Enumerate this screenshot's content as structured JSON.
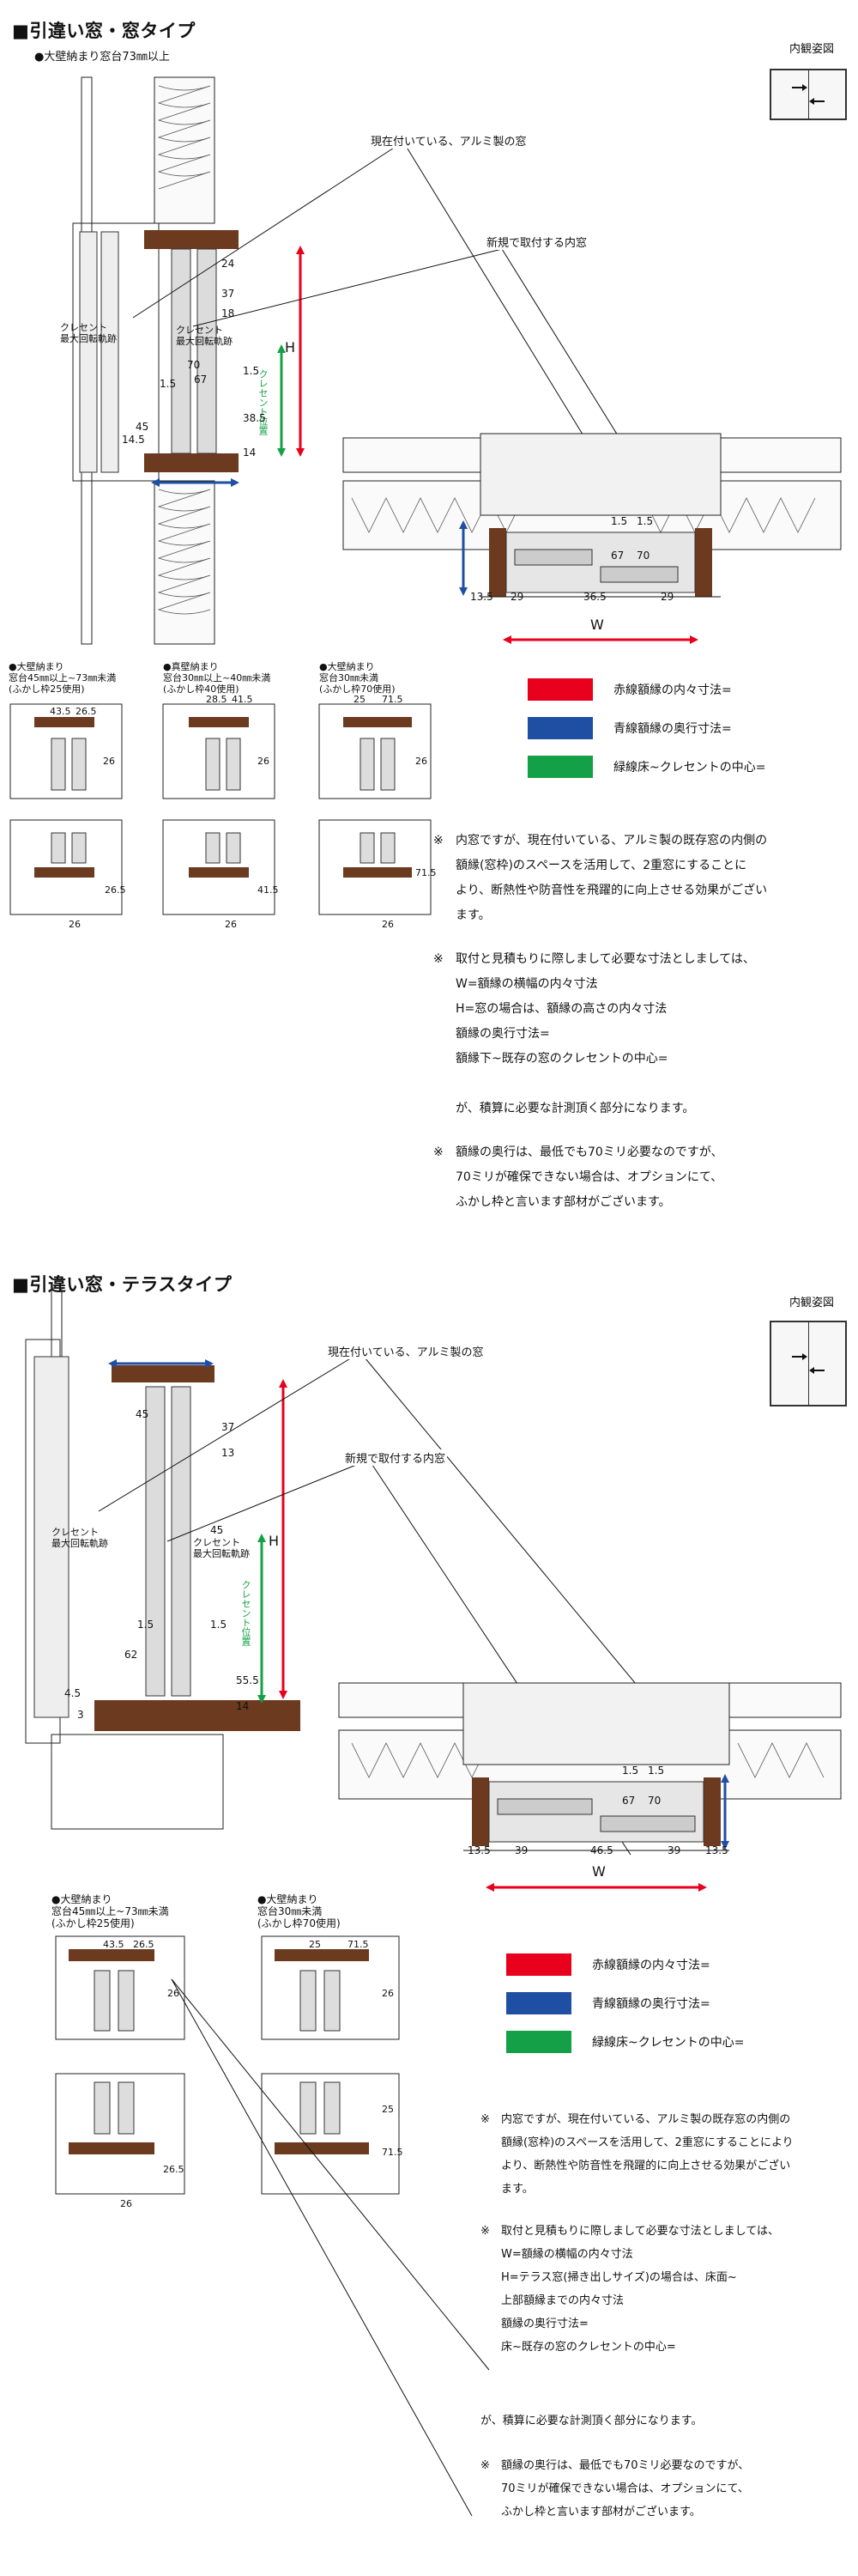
{
  "section1": {
    "title": "■引違い窓・窓タイプ",
    "subtitle": "●大壁納まり窓台73㎜以上",
    "view_label": "内観姿図",
    "callout_existing": "現在付いている、アルミ製の窓",
    "callout_new": "新規で取付する内窓",
    "crescent_label": "クレセント\n最大回転軌跡",
    "crescent_label2": "クレセント\n最大回転軌跡",
    "crescent_pos": "クレセント位置",
    "dim_H": "H",
    "dim_W": "W",
    "section_dims": [
      "24",
      "37",
      "18",
      "70",
      "67",
      "1.5",
      "1.5",
      "38.5",
      "14",
      "45",
      "14.5"
    ],
    "plan_dims": [
      "13.5",
      "29",
      "36.5",
      "29",
      "1.5",
      "1.5",
      "67",
      "70"
    ],
    "variants": [
      {
        "caption": "●大壁納まり\n窓台45㎜以上~73㎜未満\n(ふかし枠25使用)",
        "dims": [
          "43.5",
          "26.5",
          "26",
          "26",
          "26.5"
        ]
      },
      {
        "caption": "●真壁納まり\n窓台30㎜以上~40㎜未満\n(ふかし枠40使用)",
        "dims": [
          "28.5",
          "41.5",
          "26",
          "41.5",
          "26"
        ]
      },
      {
        "caption": "●大壁納まり\n窓台30㎜未満\n(ふかし枠70使用)",
        "dims": [
          "25",
          "71.5",
          "26",
          "26",
          "71.5"
        ]
      }
    ],
    "legend": [
      {
        "color": "#e8001c",
        "text": "赤線額縁の内々寸法="
      },
      {
        "color": "#1f4fa3",
        "text": "青線額縁の奥行寸法="
      },
      {
        "color": "#14a046",
        "text": "緑線床~クレセントの中心="
      }
    ],
    "notes": [
      {
        "mark": "※",
        "lines": [
          "内窓ですが、現在付いている、アルミ製の既存窓の内側の",
          "額縁(窓枠)のスペースを活用して、2重窓にすることに",
          "より、断熱性や防音性を飛躍的に向上させる効果がござい",
          "ます。"
        ]
      },
      {
        "mark": "※",
        "lines": [
          "取付と見積もりに際しまして必要な寸法としましては、",
          "W=額縁の横幅の内々寸法",
          "H=窓の場合は、額縁の高さの内々寸法",
          "額縁の奥行寸法=",
          "額縁下~既存の窓のクレセントの中心=",
          "",
          "が、積算に必要な計測頂く部分になります。"
        ]
      },
      {
        "mark": "※",
        "lines": [
          "額縁の奥行は、最低でも70ミリ必要なのですが、",
          "70ミリが確保できない場合は、オプションにて、",
          "ふかし枠と言います部材がございます。"
        ]
      }
    ]
  },
  "section2": {
    "title": "■引違い窓・テラスタイプ",
    "view_label": "内観姿図",
    "callout_existing": "現在付いている、アルミ製の窓",
    "callout_new": "新規で取付する内窓",
    "crescent_label": "クレセント\n最大回転軌跡",
    "crescent_label2": "クレセント\n最大回転軌跡",
    "crescent_pos": "クレセント位置",
    "dim_H": "H",
    "dim_W": "W",
    "section_dims": [
      "45",
      "37",
      "13",
      "45",
      "1.5",
      "1.5",
      "62",
      "55.5",
      "14",
      "4.5",
      "3"
    ],
    "plan_dims": [
      "13.5",
      "39",
      "46.5",
      "39",
      "13.5",
      "1.5",
      "1.5",
      "67",
      "70"
    ],
    "variants": [
      {
        "caption": "●大壁納まり\n窓台45㎜以上~73㎜未満\n(ふかし枠25使用)",
        "dims": [
          "43.5",
          "26.5",
          "26",
          "26",
          "26.5"
        ]
      },
      {
        "caption": "●大壁納まり\n窓台30㎜未満\n(ふかし枠70使用)",
        "dims": [
          "25",
          "71.5",
          "26",
          "25",
          "71.5"
        ]
      }
    ],
    "legend": [
      {
        "color": "#e8001c",
        "text": "赤線額縁の内々寸法="
      },
      {
        "color": "#1f4fa3",
        "text": "青線額縁の奥行寸法="
      },
      {
        "color": "#14a046",
        "text": "緑線床~クレセントの中心="
      }
    ],
    "notes": [
      {
        "mark": "※",
        "lines": [
          "内窓ですが、現在付いている、アルミ製の既存窓の内側の",
          "額縁(窓枠)のスペースを活用して、2重窓にすることにより",
          "より、断熱性や防音性を飛躍的に向上させる効果がござい",
          "ます。"
        ]
      },
      {
        "mark": "※",
        "lines": [
          "取付と見積もりに際しまして必要な寸法としましては、",
          "W=額縁の横幅の内々寸法",
          "H=テラス窓(掃き出しサイズ)の場合は、床面~",
          "上部額縁までの内々寸法",
          "額縁の奥行寸法=",
          "床~既存の窓のクレセントの中心="
        ]
      },
      {
        "mark": "",
        "lines": [
          "が、積算に必要な計測頂く部分になります。"
        ]
      },
      {
        "mark": "※",
        "lines": [
          "額縁の奥行は、最低でも70ミリ必要なのですが、",
          "70ミリが確保できない場合は、オプションにて、",
          "ふかし枠と言います部材がございます。"
        ]
      }
    ]
  }
}
